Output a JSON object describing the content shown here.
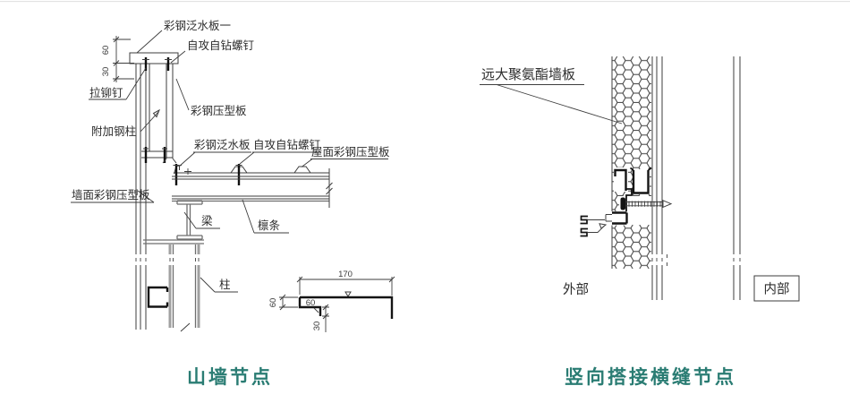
{
  "colors": {
    "caption_teal": "#2a7c73",
    "label_ink": "#2d2d2d",
    "line_ink": "#3e3e3e",
    "member_gray": "#a0a0a0"
  },
  "left": {
    "caption": "山墙节点",
    "labels": {
      "flashing_top": "彩钢泛水板一",
      "screw_top": "自攻自钻螺钉",
      "rivet": "拉铆钉",
      "added_column": "附加钢柱",
      "cladding": "彩钢压型板",
      "flashing_mid": "彩钢泛水板",
      "screw_mid": "自攻自钻螺钉",
      "roof_sheet": "屋面彩钢压型板",
      "wall_sheet": "墙面彩钢压型板",
      "beam": "梁",
      "purlin": "檩条",
      "column": "柱"
    },
    "dims": {
      "d60_top": "60",
      "d30_top": "30",
      "detail_width": "170",
      "detail_h60": "60",
      "detail_inner60": "60",
      "detail_d30": "30"
    }
  },
  "right": {
    "caption": "竖向搭接横缝节点",
    "labels": {
      "panel": "远大聚氨酯墙板",
      "exterior": "外部",
      "interior": "内部"
    }
  }
}
